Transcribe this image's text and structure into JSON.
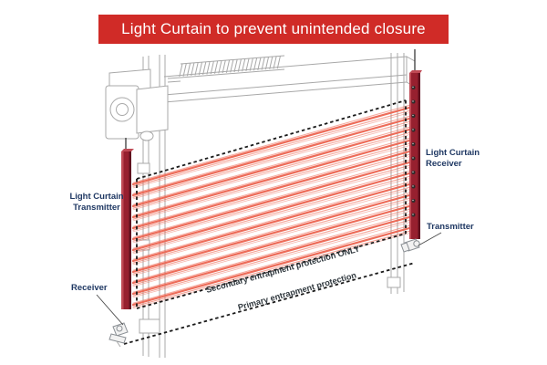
{
  "banner": {
    "text": "Light Curtain to prevent unintended closure",
    "background_color": "#d02b27",
    "text_color": "#ffffff"
  },
  "diagram": {
    "labels": {
      "transmitter_bar": {
        "line1": "Light Curtain",
        "line2": "Transmitter"
      },
      "receiver_bar": {
        "line1": "Light Curtain",
        "line2": "Receiver"
      },
      "photo_eye_transmitter": "Transmitter",
      "photo_eye_receiver": "Receiver",
      "secondary_protection": "Secondary entrapment protection ONLY",
      "primary_protection": "Primary entrapment protection"
    },
    "colors": {
      "beam": "#ec6450",
      "curtain_bar": "#97202f",
      "label_text": "#1f3863",
      "annotation_text": "#31393f",
      "frame_line": "#a8a8a8",
      "dashed_line": "#1b1b1b",
      "banner_background": "#d02b27"
    }
  }
}
